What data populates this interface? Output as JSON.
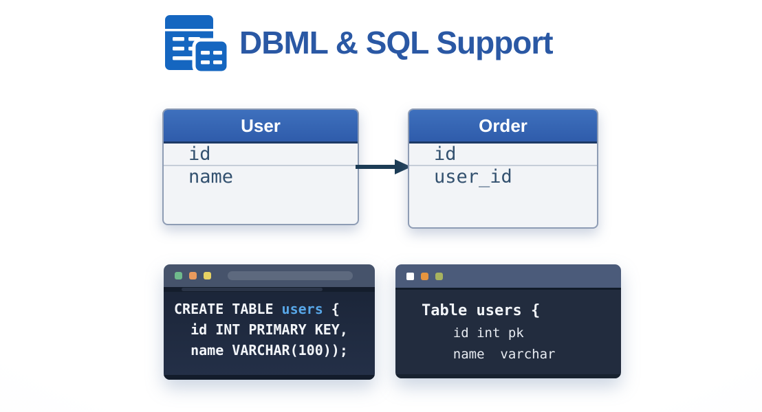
{
  "header": {
    "title": "DBML & SQL Support",
    "title_color": "#2a58a4",
    "icon": "database-tables-icon",
    "icon_color": "#1566c0"
  },
  "diagram": {
    "header_color": "#3566b4",
    "row_bg": "#f2f4f7",
    "field_text_color": "#33516f",
    "arrow_color": "#1c3c55",
    "tables": [
      {
        "name": "User",
        "fields": [
          "id",
          "name"
        ]
      },
      {
        "name": "Order",
        "fields": [
          "id",
          "user_id"
        ]
      }
    ],
    "relation": {
      "from": "User",
      "to": "Order",
      "direction": "right"
    }
  },
  "code_windows": [
    {
      "name": "sql-window",
      "titlebar_color": "#46536b",
      "dot_colors": [
        "#6fba8c",
        "#ea9a5d",
        "#e7d263"
      ],
      "body_color": "#1e2940",
      "highlight_color": "#58a7e8",
      "lines": [
        {
          "pre": "CREATE TABLE ",
          "highlight": "users",
          "post": " {"
        },
        {
          "text": "  id INT PRIMARY KEY,"
        },
        {
          "text": "  name VARCHAR(100));"
        }
      ]
    },
    {
      "name": "dbml-window",
      "titlebar_color": "#4b5b7a",
      "dot_colors": [
        "#ffffff",
        "#e6953f",
        "#a7b35f"
      ],
      "body_color": "#222c3e",
      "lines": [
        {
          "text": "Table users {"
        },
        {
          "text": "    id int pk"
        },
        {
          "text": "    name  varchar"
        }
      ]
    }
  ]
}
